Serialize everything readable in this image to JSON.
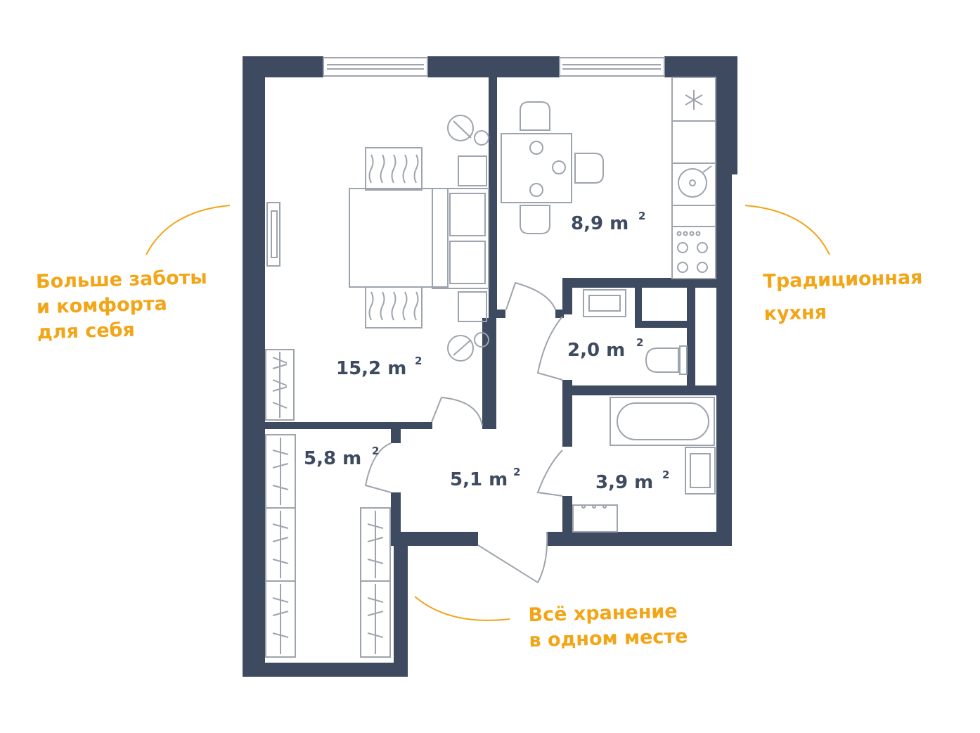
{
  "rooms": [
    {
      "id": "bedroom",
      "value": "15,2 m",
      "unit_sup": "2"
    },
    {
      "id": "kitchen",
      "value": "8,9 m",
      "unit_sup": "2"
    },
    {
      "id": "wc",
      "value": "2,0 m",
      "unit_sup": "2"
    },
    {
      "id": "storage",
      "value": "5,8 m",
      "unit_sup": "2"
    },
    {
      "id": "hall",
      "value": "5,1 m",
      "unit_sup": "2"
    },
    {
      "id": "bathroom",
      "value": "3,9 m",
      "unit_sup": "2"
    }
  ],
  "annotations": {
    "comfort": [
      "Больше заботы",
      "и комфорта",
      "для себя"
    ],
    "kitchen": [
      "Традиционная",
      "кухня"
    ],
    "storage": [
      "Всё хранение",
      "в одном месте"
    ]
  },
  "colors": {
    "wall": "#3d4a5f",
    "accent": "#f2a516",
    "furniture": "#9ea4ad"
  },
  "icons": [
    "snowflake-icon",
    "sink-icon",
    "toilet-icon",
    "bathtub-icon",
    "stove-icon",
    "bed-icon",
    "sofa-icon",
    "dining-table-icon",
    "wardrobe-icon",
    "window-icon",
    "door-icon"
  ]
}
